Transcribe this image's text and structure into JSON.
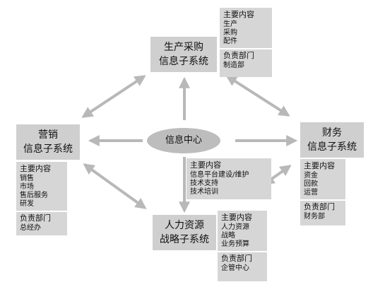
{
  "center": {
    "label": "信息中心"
  },
  "production": {
    "title_line1": "生产采购",
    "title_line2": "信息子系统",
    "contents_heading": "主要内容",
    "contents": [
      "生产",
      "采购",
      "配件"
    ],
    "dept_heading": "负责部门",
    "dept": "制造部"
  },
  "marketing": {
    "title_line1": "营销",
    "title_line2": "信息子系统",
    "contents_heading": "主要内容",
    "contents": [
      "销售",
      "市场",
      "售后服务",
      "研发"
    ],
    "dept_heading": "负责部门",
    "dept": "总经办"
  },
  "finance": {
    "title_line1": "财务",
    "title_line2": "信息子系统",
    "contents_heading": "主要内容",
    "contents": [
      "资金",
      "回款",
      "运营"
    ],
    "dept_heading": "负责部门",
    "dept": "财务部"
  },
  "hr": {
    "title_line1": "人力资源",
    "title_line2": "战略子系统",
    "contents_heading": "主要内容",
    "contents": [
      "人力资源",
      "战略",
      "业务预算"
    ],
    "dept_heading": "负责部门",
    "dept": "企管中心"
  },
  "center_contents": {
    "contents_heading": "主要内容",
    "contents": [
      "信息平台建设/维护",
      "技术支持",
      "技术培训"
    ]
  }
}
